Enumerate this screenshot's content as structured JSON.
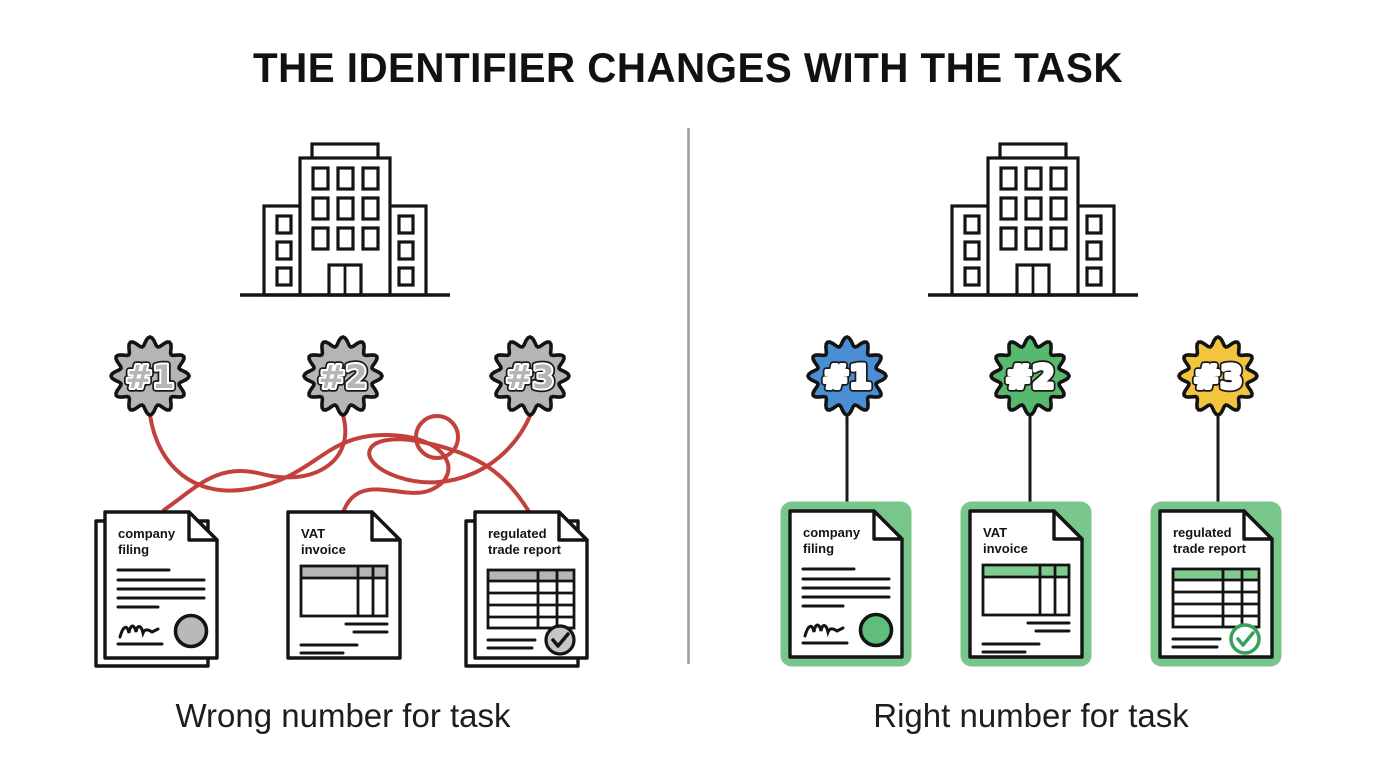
{
  "title": "THE IDENTIFIER CHANGES WITH THE TASK",
  "colors": {
    "ink": "#141414",
    "divider": "#9c9c9c"
  },
  "left_panel": {
    "caption": "Wrong number for task",
    "connector_color": "#c2413c",
    "connector_style": "tangled",
    "accent": "#b5b5b5",
    "seal_fill": "#b9b9b9",
    "check_circle_fill": "#c6c6c6",
    "check_color": "#141414",
    "badges": [
      {
        "label": "#1",
        "fill": "#b5b5b5",
        "text_fill": "#b5b5b5"
      },
      {
        "label": "#2",
        "fill": "#b5b5b5",
        "text_fill": "#b5b5b5"
      },
      {
        "label": "#3",
        "fill": "#b5b5b5",
        "text_fill": "#b5b5b5"
      }
    ],
    "documents": [
      {
        "line1": "company",
        "line2": "filing"
      },
      {
        "line1": "VAT",
        "line2": "invoice"
      },
      {
        "line1": "regulated",
        "line2": "trade report"
      }
    ]
  },
  "right_panel": {
    "caption": "Right number for task",
    "connector_color": "#1a1a1a",
    "connector_style": "straight",
    "accent": "#7ecb90",
    "halo": "#78c68c",
    "seal_fill": "#5fbe7b",
    "check_circle_fill": "#ffffff",
    "check_color": "#35a159",
    "badges": [
      {
        "label": "#1",
        "fill": "#4a8ed3",
        "text_fill": "#ffffff"
      },
      {
        "label": "#2",
        "fill": "#57b96e",
        "text_fill": "#ffffff"
      },
      {
        "label": "#3",
        "fill": "#f3c53e",
        "text_fill": "#ffffff"
      }
    ],
    "documents": [
      {
        "line1": "company",
        "line2": "filing"
      },
      {
        "line1": "VAT",
        "line2": "invoice"
      },
      {
        "line1": "regulated",
        "line2": "trade report"
      }
    ]
  }
}
